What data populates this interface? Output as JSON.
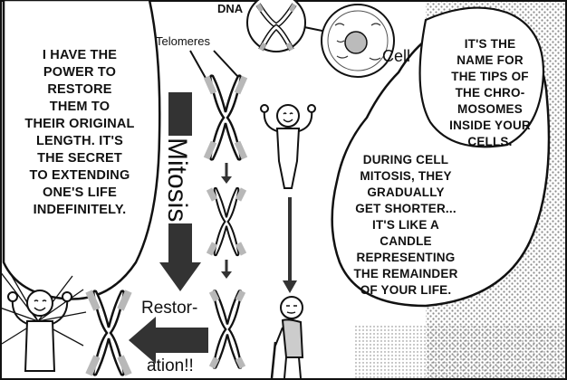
{
  "labels": {
    "dna": "DNA",
    "cell": "Cell",
    "telomeres": "Telomeres",
    "mitosis": "Mitosis",
    "restoration_top": "Restor-",
    "restoration_bottom": "ation!!"
  },
  "bubbles": {
    "left": [
      "I HAVE THE",
      "POWER TO",
      "RESTORE",
      "THEM TO",
      "THEIR ORIGINAL",
      "LENGTH. IT'S",
      "THE SECRET",
      "TO EXTENDING",
      "ONE'S LIFE",
      "INDEFINITELY."
    ],
    "right_top": [
      "IT'S THE",
      "NAME FOR",
      "THE TIPS OF",
      "THE CHRO-",
      "MOSOMES",
      "INSIDE YOUR",
      "CELLS."
    ],
    "right_bottom": [
      "DURING CELL",
      "MITOSIS, THEY",
      "GRADUALLY",
      "GET SHORTER...",
      "IT'S LIKE A",
      "CANDLE",
      "REPRESENTING",
      "THE REMAINDER",
      "OF YOUR LIFE."
    ]
  },
  "colors": {
    "ink": "#111111",
    "telomere_gray": "#b8b8b8",
    "chromosome_fill": "#ffffff",
    "arrow_dark": "#333333",
    "screentone": "#9a9a9a"
  }
}
